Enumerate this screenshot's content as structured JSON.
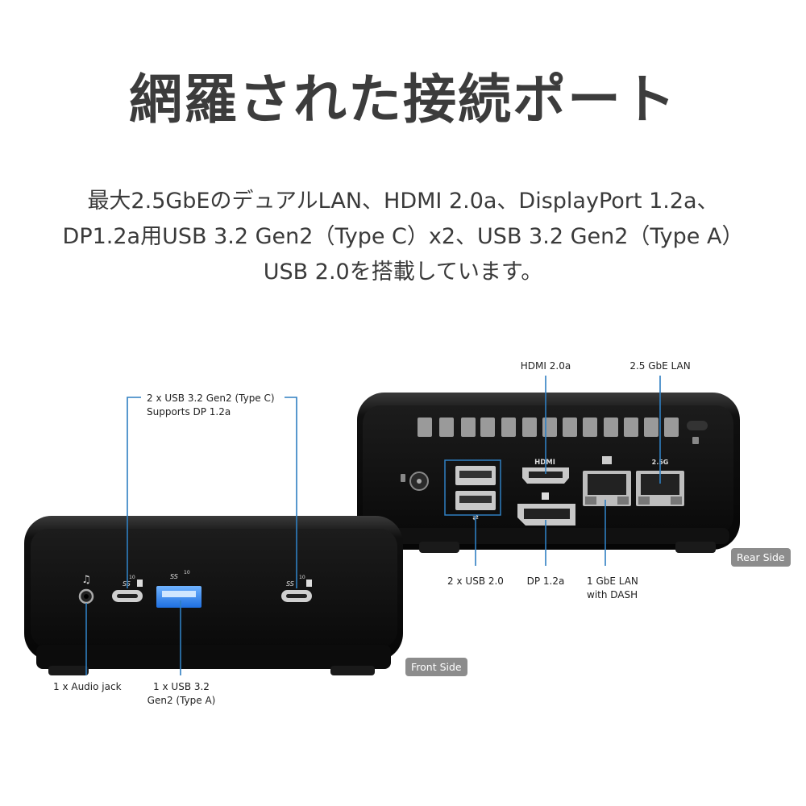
{
  "title": "網羅された接続ポート",
  "description": [
    "最大2.5GbEのデュアルLAN、HDMI 2.0a、DisplayPort 1.2a、",
    "DP1.2a用USB 3.2 Gen2（Type C）x2、USB 3.2 Gen2（Type A）",
    "USB 2.0を搭載しています。"
  ],
  "front_labels": {
    "usbc": [
      "2 x USB 3.2 Gen2 (Type C)",
      "Supports DP 1.2a"
    ],
    "audio": "1 x Audio jack",
    "usba": [
      "1 x USB 3.2",
      "Gen2 (Type A)"
    ]
  },
  "rear_labels": {
    "hdmi": "HDMI 2.0a",
    "lan25": "2.5 GbE LAN",
    "usb2": "2 x USB 2.0",
    "dp": "DP 1.2a",
    "lan1": [
      "1 GbE LAN",
      "with DASH"
    ]
  },
  "port_marks": {
    "hdmi": "HDMI",
    "lan25": "2.5G",
    "ss10": "SS",
    "ten": "10"
  },
  "tags": {
    "front": "Front Side",
    "rear": "Rear Side"
  },
  "colors": {
    "accent_line": "#2f7fc1",
    "chassis": "#0e0e0e",
    "tag_bg": "#8c8c8c"
  }
}
